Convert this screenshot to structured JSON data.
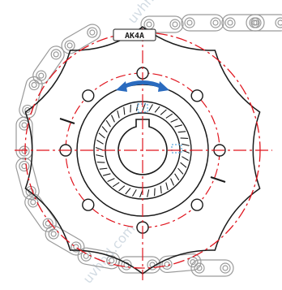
{
  "drawing": {
    "plate_text": "AK4A",
    "watermark_text": "uvhhd.com",
    "colors": {
      "outline": "#1a1a1a",
      "chain_outline": "#9a9a9a",
      "centerline": "#e0161f",
      "arrow": "#2a6bbf",
      "keyway": "#5aa8e0",
      "watermark": "#c8d3dd"
    },
    "bolt_hole_count": 8,
    "spline_tooth_count": 40,
    "sprocket_tooth_count": 10
  }
}
